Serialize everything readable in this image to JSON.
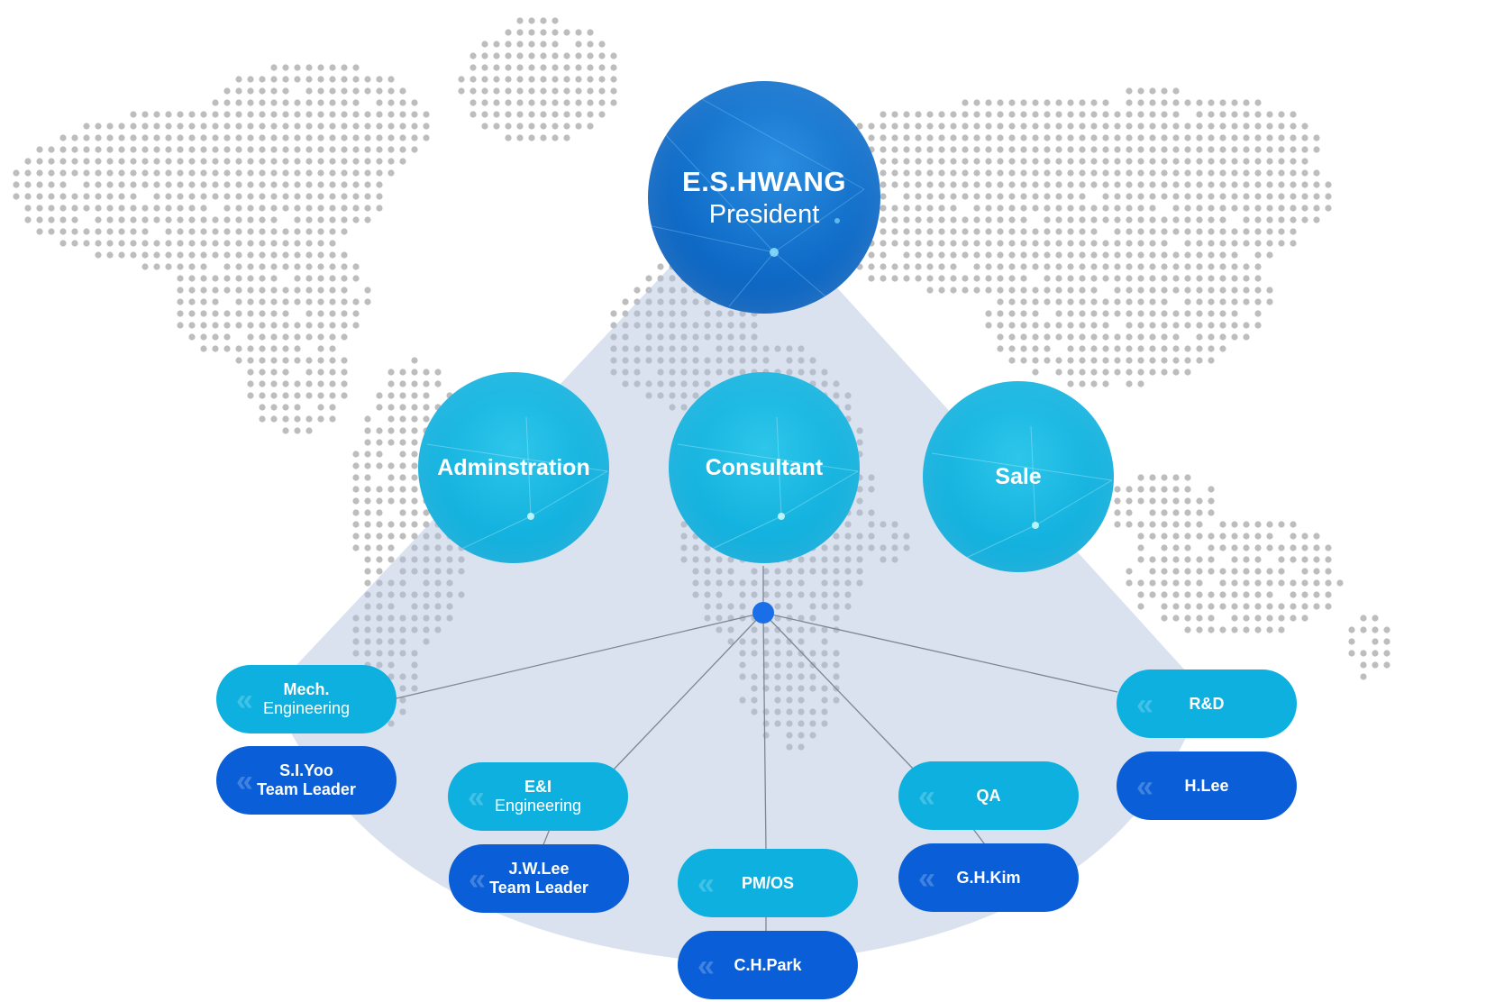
{
  "president": {
    "name": "E.S.HWANG",
    "role": "President"
  },
  "departments": [
    {
      "id": "administration",
      "label": "Adminstration"
    },
    {
      "id": "consultant",
      "label": "Consultant"
    },
    {
      "id": "sale",
      "label": "Sale"
    }
  ],
  "teams": {
    "mech": {
      "line1": "Mech.",
      "line2": "Engineering",
      "leader1": "S.I.Yoo",
      "leader2": "Team Leader"
    },
    "ei": {
      "line1": "E&I",
      "line2": "Engineering",
      "leader1": "J.W.Lee",
      "leader2": "Team Leader"
    },
    "pmos": {
      "line1": "PM/OS",
      "leader1": "C.H.Park"
    },
    "qa": {
      "line1": "QA",
      "leader1": "G.H.Kim"
    },
    "rd": {
      "line1": "R&D",
      "leader1": "H.Lee"
    }
  },
  "colors": {
    "president": "#0f6bc7",
    "department": "#12b1de",
    "team_pill": "#0db0df",
    "leader_pill": "#0a5fd8",
    "fan": "#d3ddec",
    "map_dots": "#bdbdbd",
    "hub": "#1a6fe8"
  },
  "icons": {
    "pill_decoration": "chevron-double-left-icon",
    "background": "world-map-dots"
  }
}
